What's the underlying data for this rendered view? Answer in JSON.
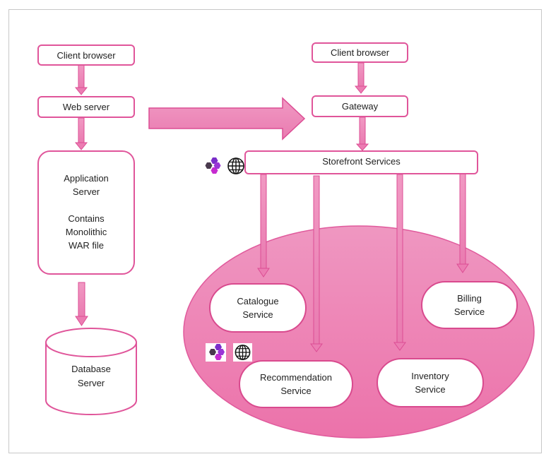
{
  "diagram": {
    "title": "Monolithic to Microservices Architecture",
    "colors": {
      "accent": "#e0559a",
      "arrow_fill": "#ee8ab8",
      "arrow_stroke": "#dc4d94",
      "ellipse_fill": "#ee86b6",
      "box_fill": "#ffffff",
      "text": "#222222"
    },
    "monolith": {
      "client_browser": "Client browser",
      "web_server": "Web server",
      "app_server": {
        "line1": "Application",
        "line2": "Server",
        "line3": "Contains",
        "line4": "Monolithic",
        "line5": "WAR file"
      },
      "database": {
        "line1": "Database",
        "line2": "Server"
      }
    },
    "microservices": {
      "client_browser": "Client browser",
      "gateway": "Gateway",
      "storefront": "Storefront Services",
      "services": [
        {
          "name": "Catalogue\nService"
        },
        {
          "name": "Recommendation\nService"
        },
        {
          "name": "Billing\nService"
        },
        {
          "name": "Inventory\nService"
        }
      ],
      "icons": [
        "hexagon-cluster-icon",
        "globe-icon"
      ]
    },
    "transition_arrow": "right-arrow"
  }
}
